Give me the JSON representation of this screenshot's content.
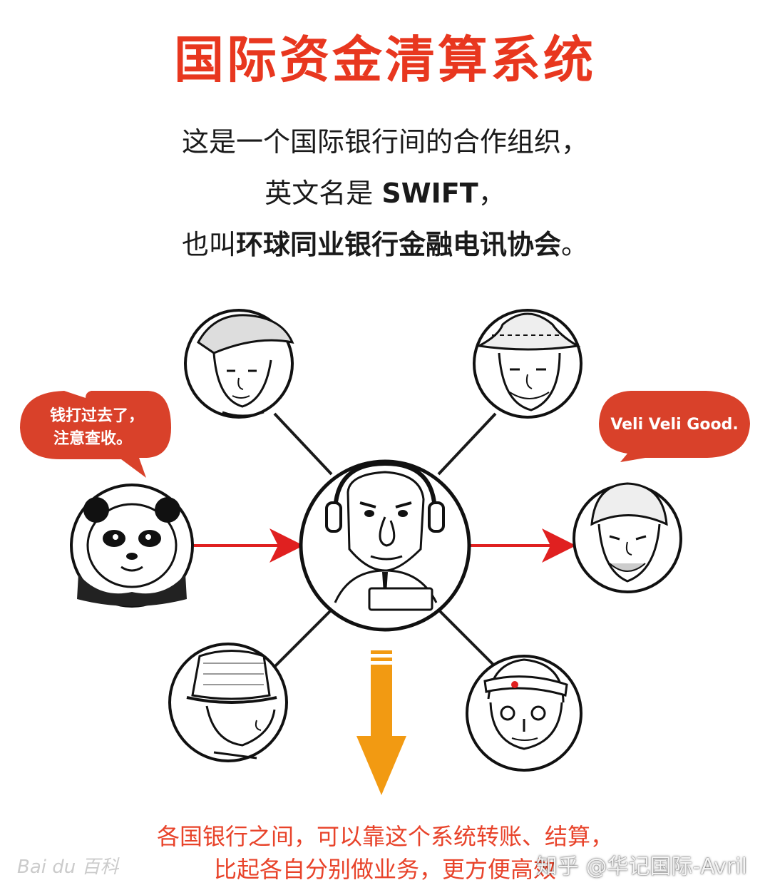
{
  "title": "国际资金清算系统",
  "intro": {
    "line1": "这是一个国际银行间的合作组织，",
    "line2_prefix": "英文名是 ",
    "line2_bold": "SWIFT",
    "line2_suffix": "，",
    "line3_prefix": "也叫",
    "line3_bold": "环球同业银行金融电讯协会",
    "line3_suffix": "。"
  },
  "bubbles": {
    "left_line1": "钱打过去了，",
    "left_line2": "注意查收。",
    "right": "Veli Veli Good."
  },
  "caption": {
    "line1": "各国银行之间，可以靠这个系统转账、结算，",
    "line2": "比起各自分别做业务，更方便高效"
  },
  "watermarks": {
    "left": "Bai du 百科",
    "right": "知乎 @华记国际-Avril"
  },
  "colors": {
    "accent_red": "#e8371f",
    "bubble_red": "#d9412a",
    "arrow_orange": "#f29a12",
    "link_line": "#1a1a1a",
    "transfer_arrow": "#e02020"
  }
}
